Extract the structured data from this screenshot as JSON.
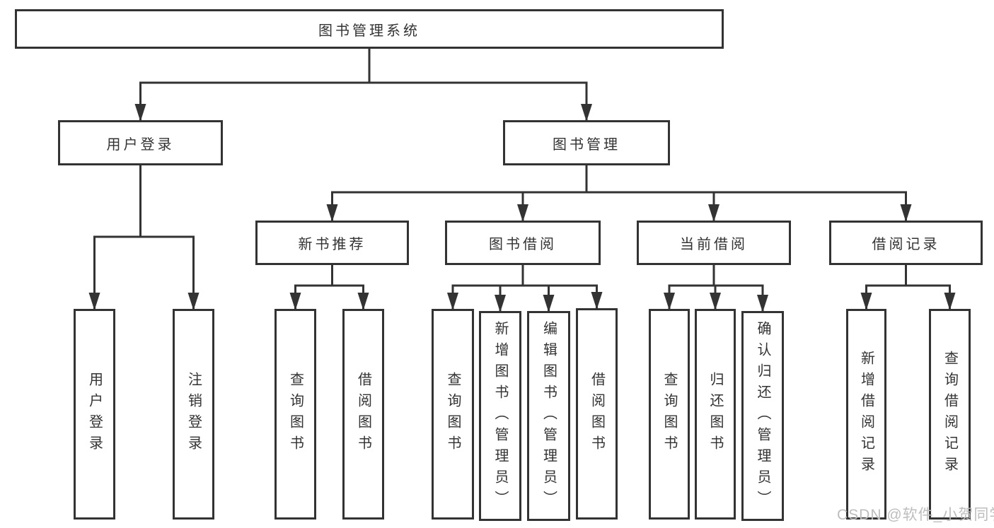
{
  "diagram": {
    "title": "图书管理系统",
    "nodes": [
      {
        "id": "root",
        "label": "图书管理系统",
        "parent": null,
        "orientation": "horizontal"
      },
      {
        "id": "user-login",
        "label": "用户登录",
        "parent": "root",
        "orientation": "horizontal"
      },
      {
        "id": "book-mgmt",
        "label": "图书管理",
        "parent": "root",
        "orientation": "horizontal"
      },
      {
        "id": "new-book-rec",
        "label": "新书推荐",
        "parent": "book-mgmt",
        "orientation": "horizontal"
      },
      {
        "id": "book-borrow",
        "label": "图书借阅",
        "parent": "book-mgmt",
        "orientation": "horizontal"
      },
      {
        "id": "current-borrow",
        "label": "当前借阅",
        "parent": "book-mgmt",
        "orientation": "horizontal"
      },
      {
        "id": "borrow-records",
        "label": "借阅记录",
        "parent": "book-mgmt",
        "orientation": "horizontal"
      },
      {
        "id": "leaf-user-login",
        "label": "用户登录",
        "parent": "user-login",
        "orientation": "vertical"
      },
      {
        "id": "leaf-logout",
        "label": "注销登录",
        "parent": "user-login",
        "orientation": "vertical"
      },
      {
        "id": "leaf-query-book-1",
        "label": "查询图书",
        "parent": "new-book-rec",
        "orientation": "vertical"
      },
      {
        "id": "leaf-borrow-book-1",
        "label": "借阅图书",
        "parent": "new-book-rec",
        "orientation": "vertical"
      },
      {
        "id": "leaf-query-book-2",
        "label": "查询图书",
        "parent": "book-borrow",
        "orientation": "vertical"
      },
      {
        "id": "leaf-add-book",
        "label": "新增图书（管理员）",
        "parent": "book-borrow",
        "orientation": "vertical"
      },
      {
        "id": "leaf-edit-book",
        "label": "编辑图书（管理员）",
        "parent": "book-borrow",
        "orientation": "vertical"
      },
      {
        "id": "leaf-borrow-book-2",
        "label": "借阅图书",
        "parent": "book-borrow",
        "orientation": "vertical"
      },
      {
        "id": "leaf-query-book-3",
        "label": "查询图书",
        "parent": "current-borrow",
        "orientation": "vertical"
      },
      {
        "id": "leaf-return-book",
        "label": "归还图书",
        "parent": "current-borrow",
        "orientation": "vertical"
      },
      {
        "id": "leaf-confirm-return",
        "label": "确认归还（管理员）",
        "parent": "current-borrow",
        "orientation": "vertical"
      },
      {
        "id": "leaf-add-record",
        "label": "新增借阅记录",
        "parent": "borrow-records",
        "orientation": "vertical"
      },
      {
        "id": "leaf-query-record",
        "label": "查询借阅记录",
        "parent": "borrow-records",
        "orientation": "vertical"
      }
    ],
    "colors": {
      "line": "#333333",
      "text": "#333333",
      "background": "#ffffff",
      "watermark": "#bdbdbd"
    }
  },
  "watermark": {
    "text": "CSDN @软件_小贺同学"
  }
}
